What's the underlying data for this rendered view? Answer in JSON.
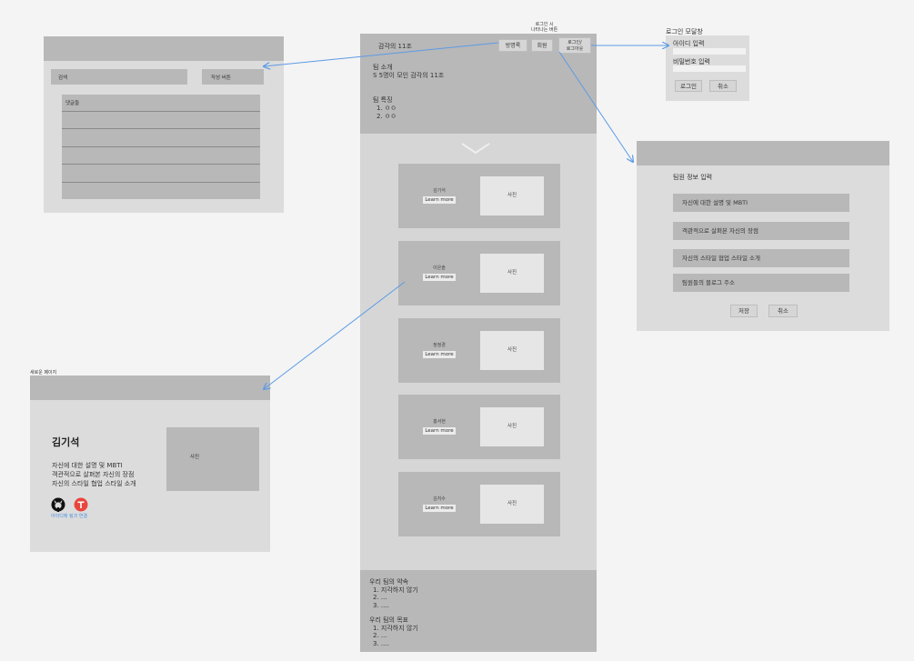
{
  "board": {
    "search_label": "검색",
    "write_label": "작성 버튼",
    "list_title": "댓글들"
  },
  "main": {
    "header_tag": "헤드",
    "logo_text": "감각의 11조",
    "note_login_buttons": "로그인 시\n나타나는 버튼",
    "btn_guestbook": "방명록",
    "btn_signup": "회원",
    "btn_login": "로그인/\n로그아웃",
    "intro_title": "팀 소개",
    "intro_sub": "S 5명이 모인 감각의 11조",
    "feature_title": "팀 특징",
    "feature_items": [
      "1. ㅇㅇ",
      "2. ㅇㅇ"
    ],
    "cards": [
      {
        "name": "김기석",
        "learn": "Learn more",
        "photo": "사진"
      },
      {
        "name": "이은솔",
        "learn": "Learn more",
        "photo": "사진"
      },
      {
        "name": "정정경",
        "learn": "Learn more",
        "photo": "사진"
      },
      {
        "name": "홍서현",
        "learn": "Learn more",
        "photo": "사진"
      },
      {
        "name": "김지수",
        "learn": "Learn more",
        "photo": "사진"
      }
    ],
    "promise_title": "우리 팀의 약속",
    "promise_items": [
      "1. 지각하지 않기",
      "2. ...",
      "3. ...."
    ],
    "goal_title": "우리 팀의 목표",
    "goal_items": [
      "1. 지각하지 않기",
      "2. ...",
      "3. ...."
    ]
  },
  "login_modal": {
    "title": "로그인 모달창",
    "id_label": "아이디 입력",
    "pw_label": "비밀번호 입력",
    "login_btn": "로그인",
    "cancel_btn": "취소"
  },
  "member_modal": {
    "title": "팀원 정보 입력",
    "fields": [
      "자신에 대한 설명 및 MBTI",
      "객관적으로 살펴본 자신의 장점",
      "자신의 스타일 협업 스타일 소개",
      "팀원들의 블로그 주소"
    ],
    "save_btn": "저장",
    "cancel_btn": "취소"
  },
  "new_page": {
    "title": "새로운 페이지",
    "name": "김기석",
    "desc": [
      "자신에 대한 설명 및 MBTI",
      "객관적으로 살펴본 자신의 장점",
      "자신의 스타일 협업 스타일 소개"
    ],
    "photo": "사진",
    "icon_caption": "아이디에 링크 연결"
  },
  "colors": {
    "arrow": "#5b9be6",
    "panel_dark": "#b8b8b8",
    "panel_light": "#dcdcdc"
  }
}
